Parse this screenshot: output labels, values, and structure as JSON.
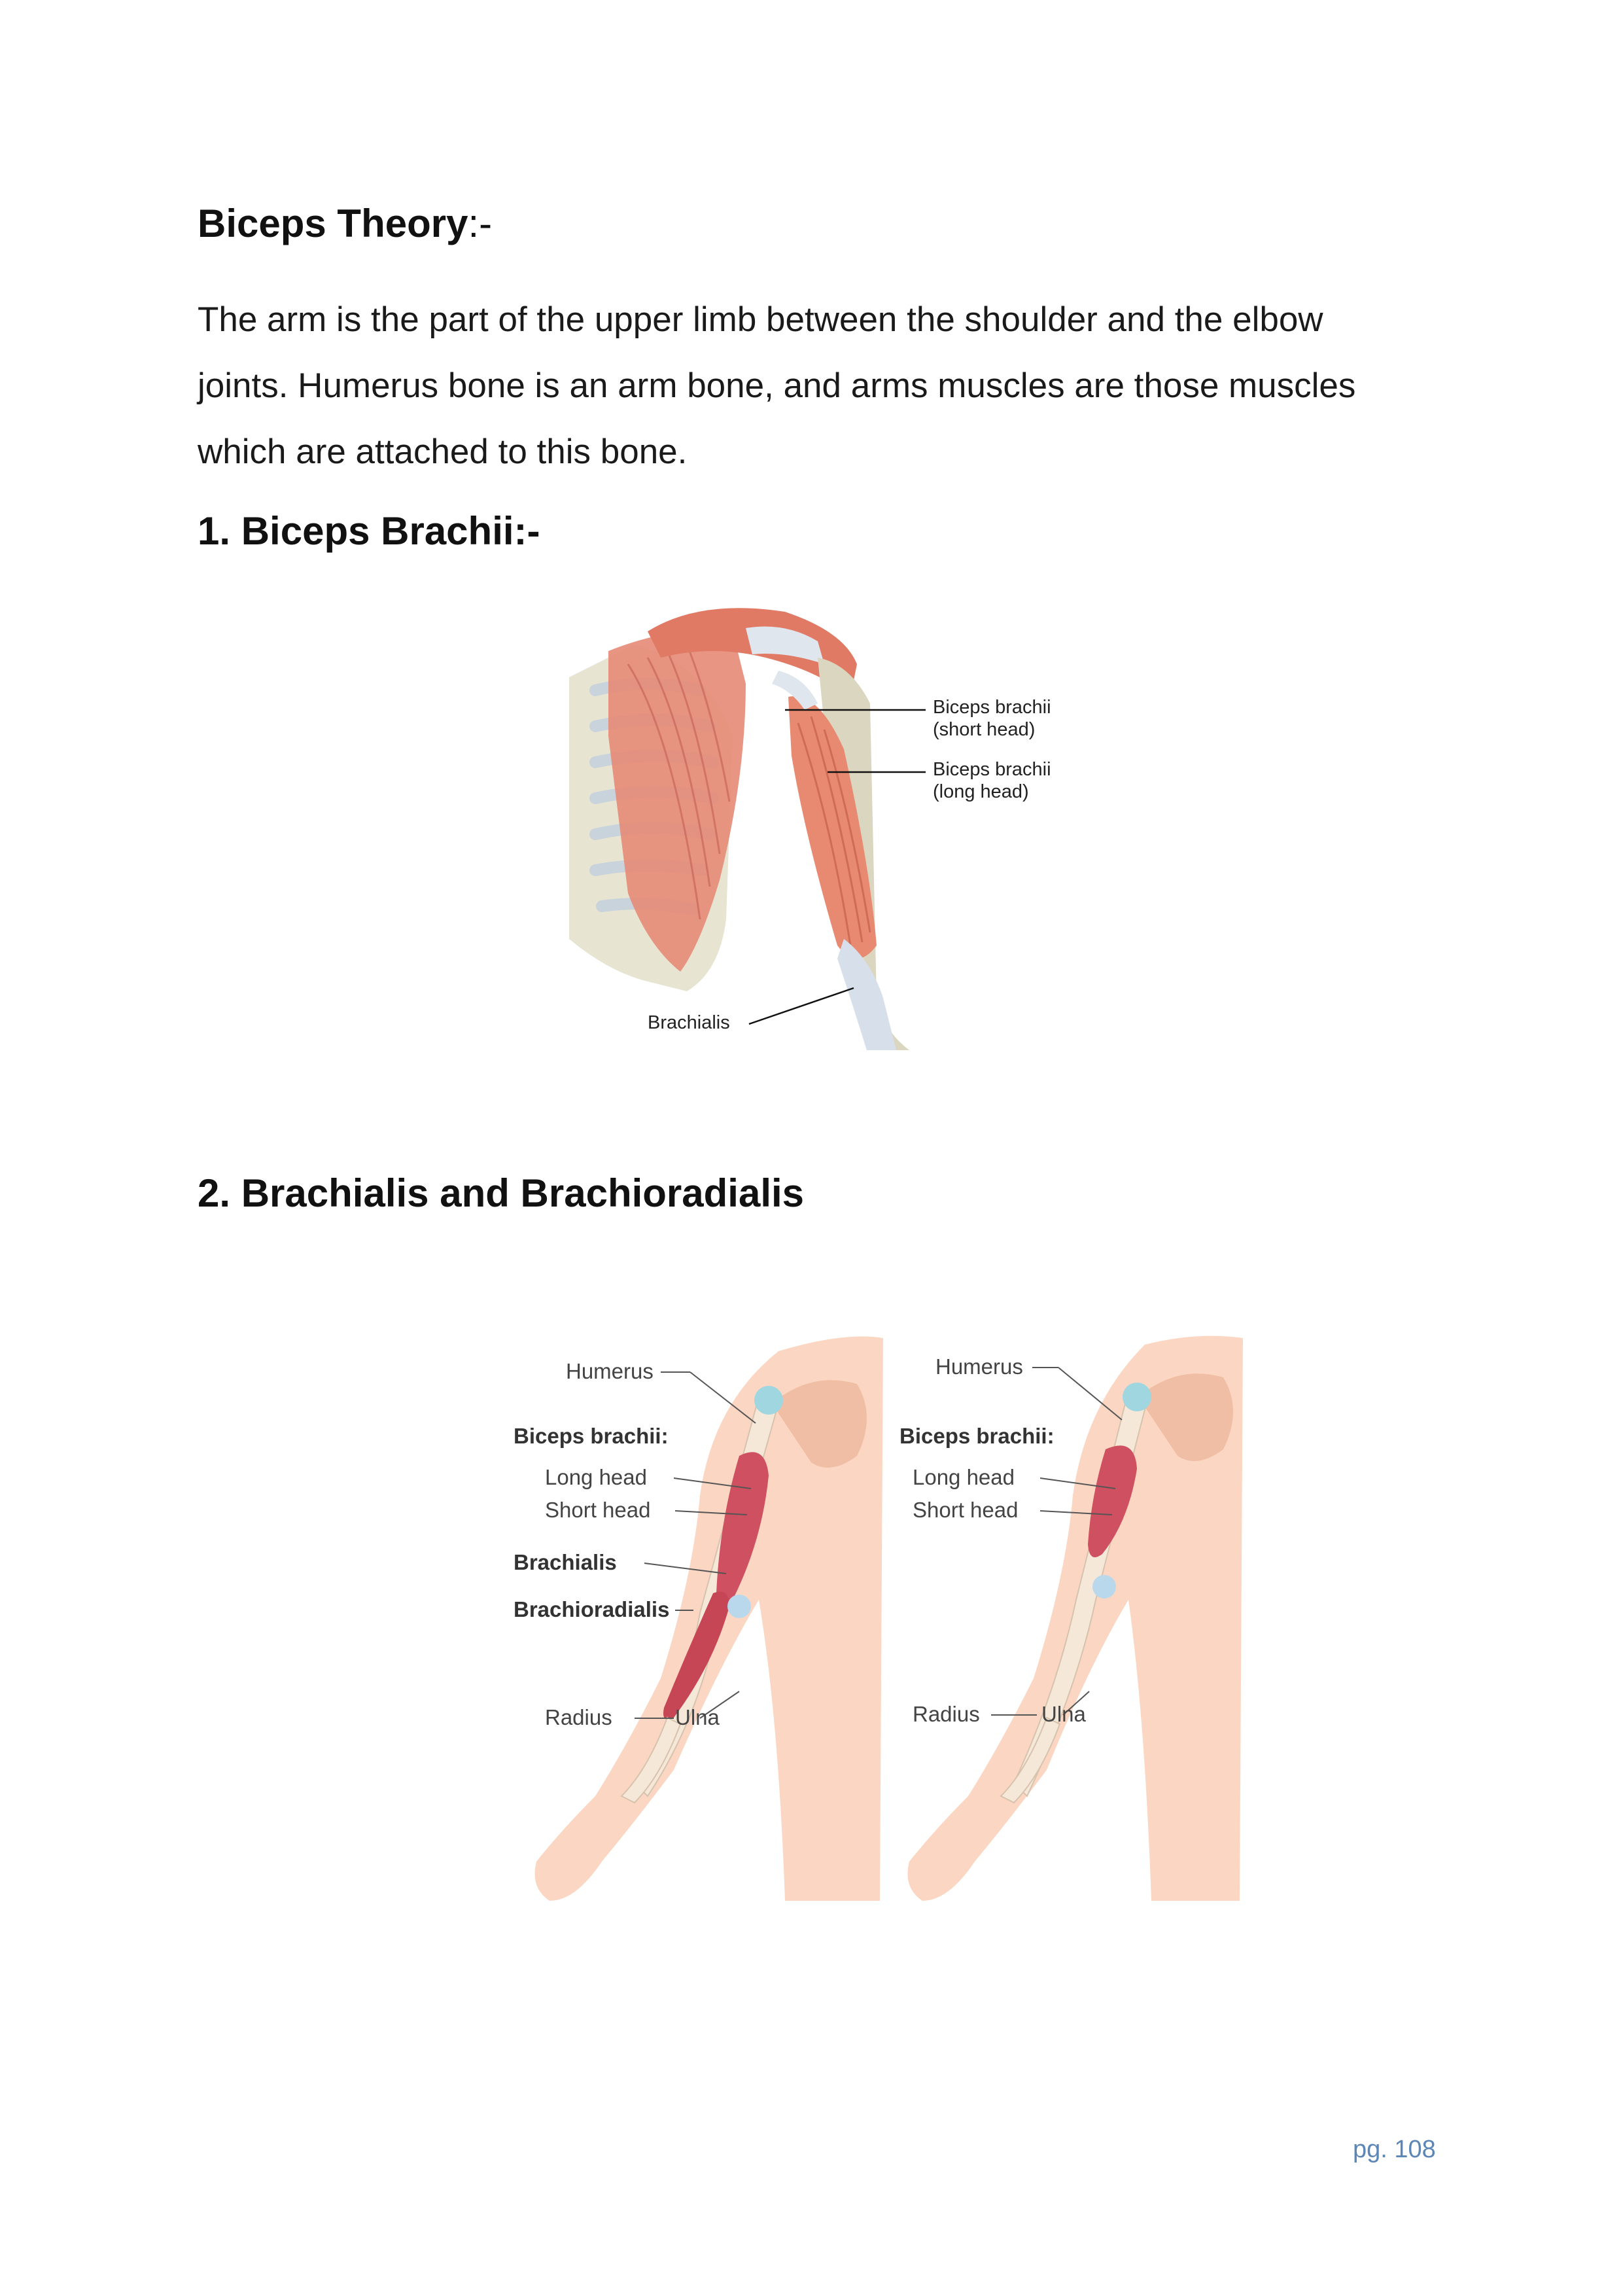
{
  "page": {
    "title_bold": "Biceps Theory",
    "title_suffix": ":-",
    "intro_lines": [
      "The arm is the part of the upper limb between the shoulder and the elbow",
      "joints. Humerus bone is an arm bone, and arms muscles are those muscles",
      "which are attached to this bone."
    ],
    "section1": "1. Biceps Brachii:-",
    "section2": "2. Brachialis and Brachioradialis",
    "page_number": "pg. 108"
  },
  "figure1": {
    "short_head_1": "Biceps brachii",
    "short_head_2": "(short head)",
    "long_head_1": "Biceps brachii",
    "long_head_2": "(long head)",
    "brachialis": "Brachialis"
  },
  "figure2": {
    "left": {
      "humerus": "Humerus",
      "biceps_brachii": "Biceps brachii:",
      "long_head": "Long head",
      "short_head": "Short head",
      "brachialis": "Brachialis",
      "brachioradialis": "Brachioradialis",
      "radius": "Radius",
      "ulna": "Ulna"
    },
    "right": {
      "humerus": "Humerus",
      "biceps_brachii": "Biceps brachii:",
      "long_head": "Long head",
      "short_head": "Short head",
      "radius": "Radius",
      "ulna": "Ulna"
    }
  }
}
